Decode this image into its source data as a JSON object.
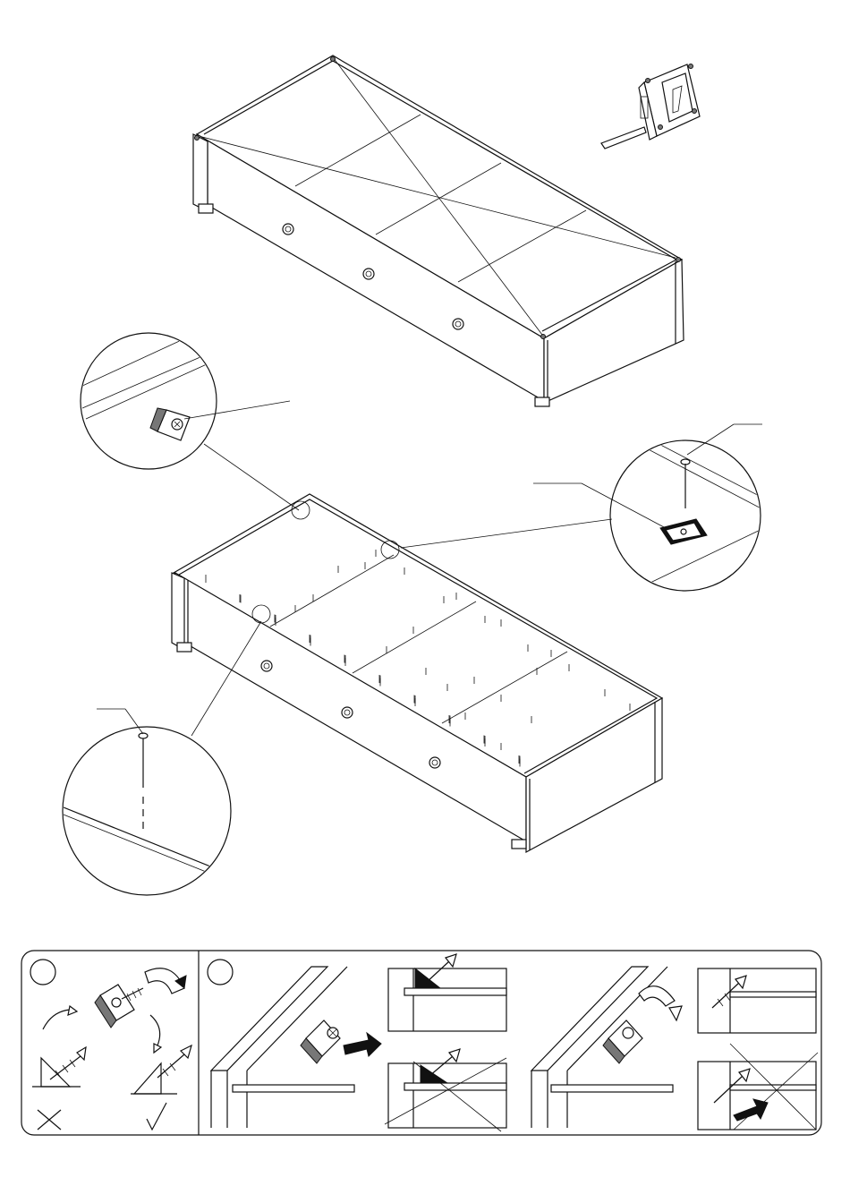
{
  "diagram": {
    "step_panel": {
      "steps": [
        "step-1",
        "step-2"
      ],
      "correct_mark": "check-mark",
      "wrong_mark": "cross-mark"
    },
    "icons": [
      "tape-measure-icon",
      "corner-bracket-icon",
      "nail-icon",
      "clip-bracket-icon",
      "screw-icon",
      "rotate-arrow-icon",
      "push-arrow-icon"
    ],
    "colors": {
      "line": "#111111",
      "background": "#ffffff",
      "shade": "#777777"
    }
  }
}
